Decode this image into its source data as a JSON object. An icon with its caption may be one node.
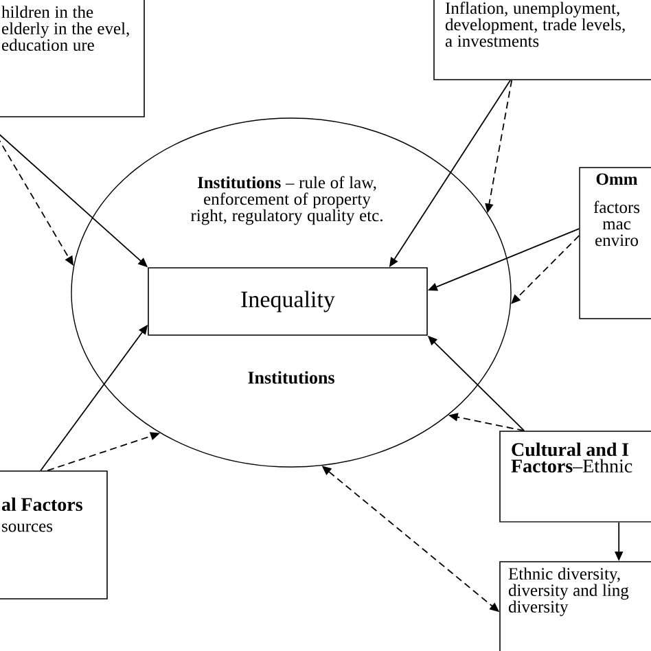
{
  "diagram": {
    "nodes": [
      {
        "text": [
          "hildren in the elderly in the evel, education ure"
        ]
      },
      {
        "text": [
          "Inflation, unemployment, development, trade levels, a investments"
        ]
      },
      {
        "text": [
          "**Institutions** – rule of law, enforcement of property right, regulatory quality etc.",
          "Institutions"
        ]
      },
      {
        "text": [
          "Inequality"
        ],
        "in": 2
      },
      {
        "text": [
          "Omm",
          "factors mac enviro"
        ]
      },
      {
        "text": [
          "al Factors",
          "sources"
        ]
      },
      {
        "text": [
          "**Cultural and I Factors**–Ethnic"
        ]
      },
      {
        "text": [
          "Ethnic diversity, diversity and ling diversity"
        ]
      }
    ],
    "edges": [
      {
        "from": 0,
        "to": 3,
        "arrow": "to"
      },
      {
        "from": 0,
        "to": 2,
        "arrow": "to",
        "style": "dashed"
      },
      {
        "from": 1,
        "to": 3,
        "arrow": "to"
      },
      {
        "from": 1,
        "to": 2,
        "arrow": "to",
        "style": "dashed"
      },
      {
        "from": 4,
        "to": 3,
        "arrow": "to"
      },
      {
        "from": 4,
        "to": 2,
        "arrow": "to",
        "style": "dashed"
      },
      {
        "from": 5,
        "to": 3,
        "arrow": "to"
      },
      {
        "from": 5,
        "to": 2,
        "arrow": "to",
        "style": "dashed"
      },
      {
        "from": 6,
        "to": 3,
        "arrow": "to"
      },
      {
        "from": 6,
        "to": 2,
        "arrow": "to",
        "style": "dashed"
      },
      {
        "from": 6,
        "to": 7,
        "arrow": "to"
      },
      {
        "from": 2,
        "to": 7,
        "arrow": "both",
        "style": "dashed"
      }
    ]
  }
}
